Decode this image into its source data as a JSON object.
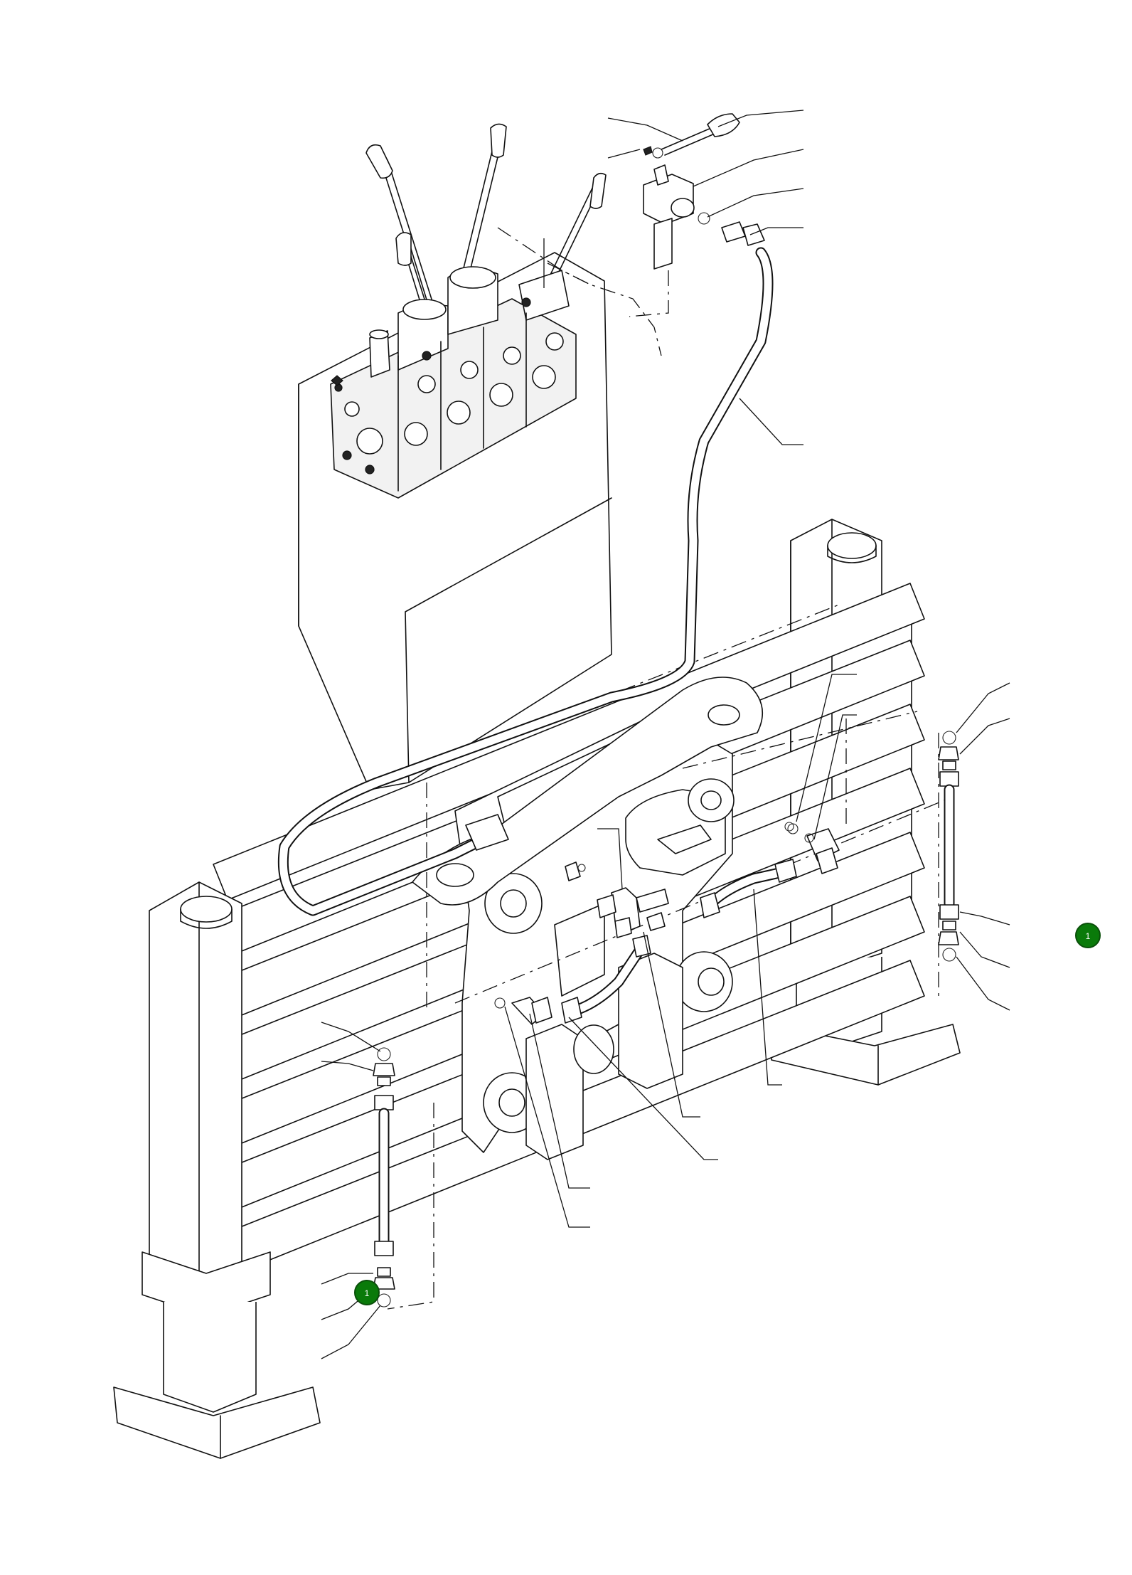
{
  "callouts": [
    {
      "label": "1"
    },
    {
      "label": "1"
    }
  ],
  "colors": {
    "callout_fill": "#0a7a0a",
    "line": "#111111",
    "background": "#ffffff"
  },
  "icons": {
    "callout": "green-circle-marker"
  }
}
